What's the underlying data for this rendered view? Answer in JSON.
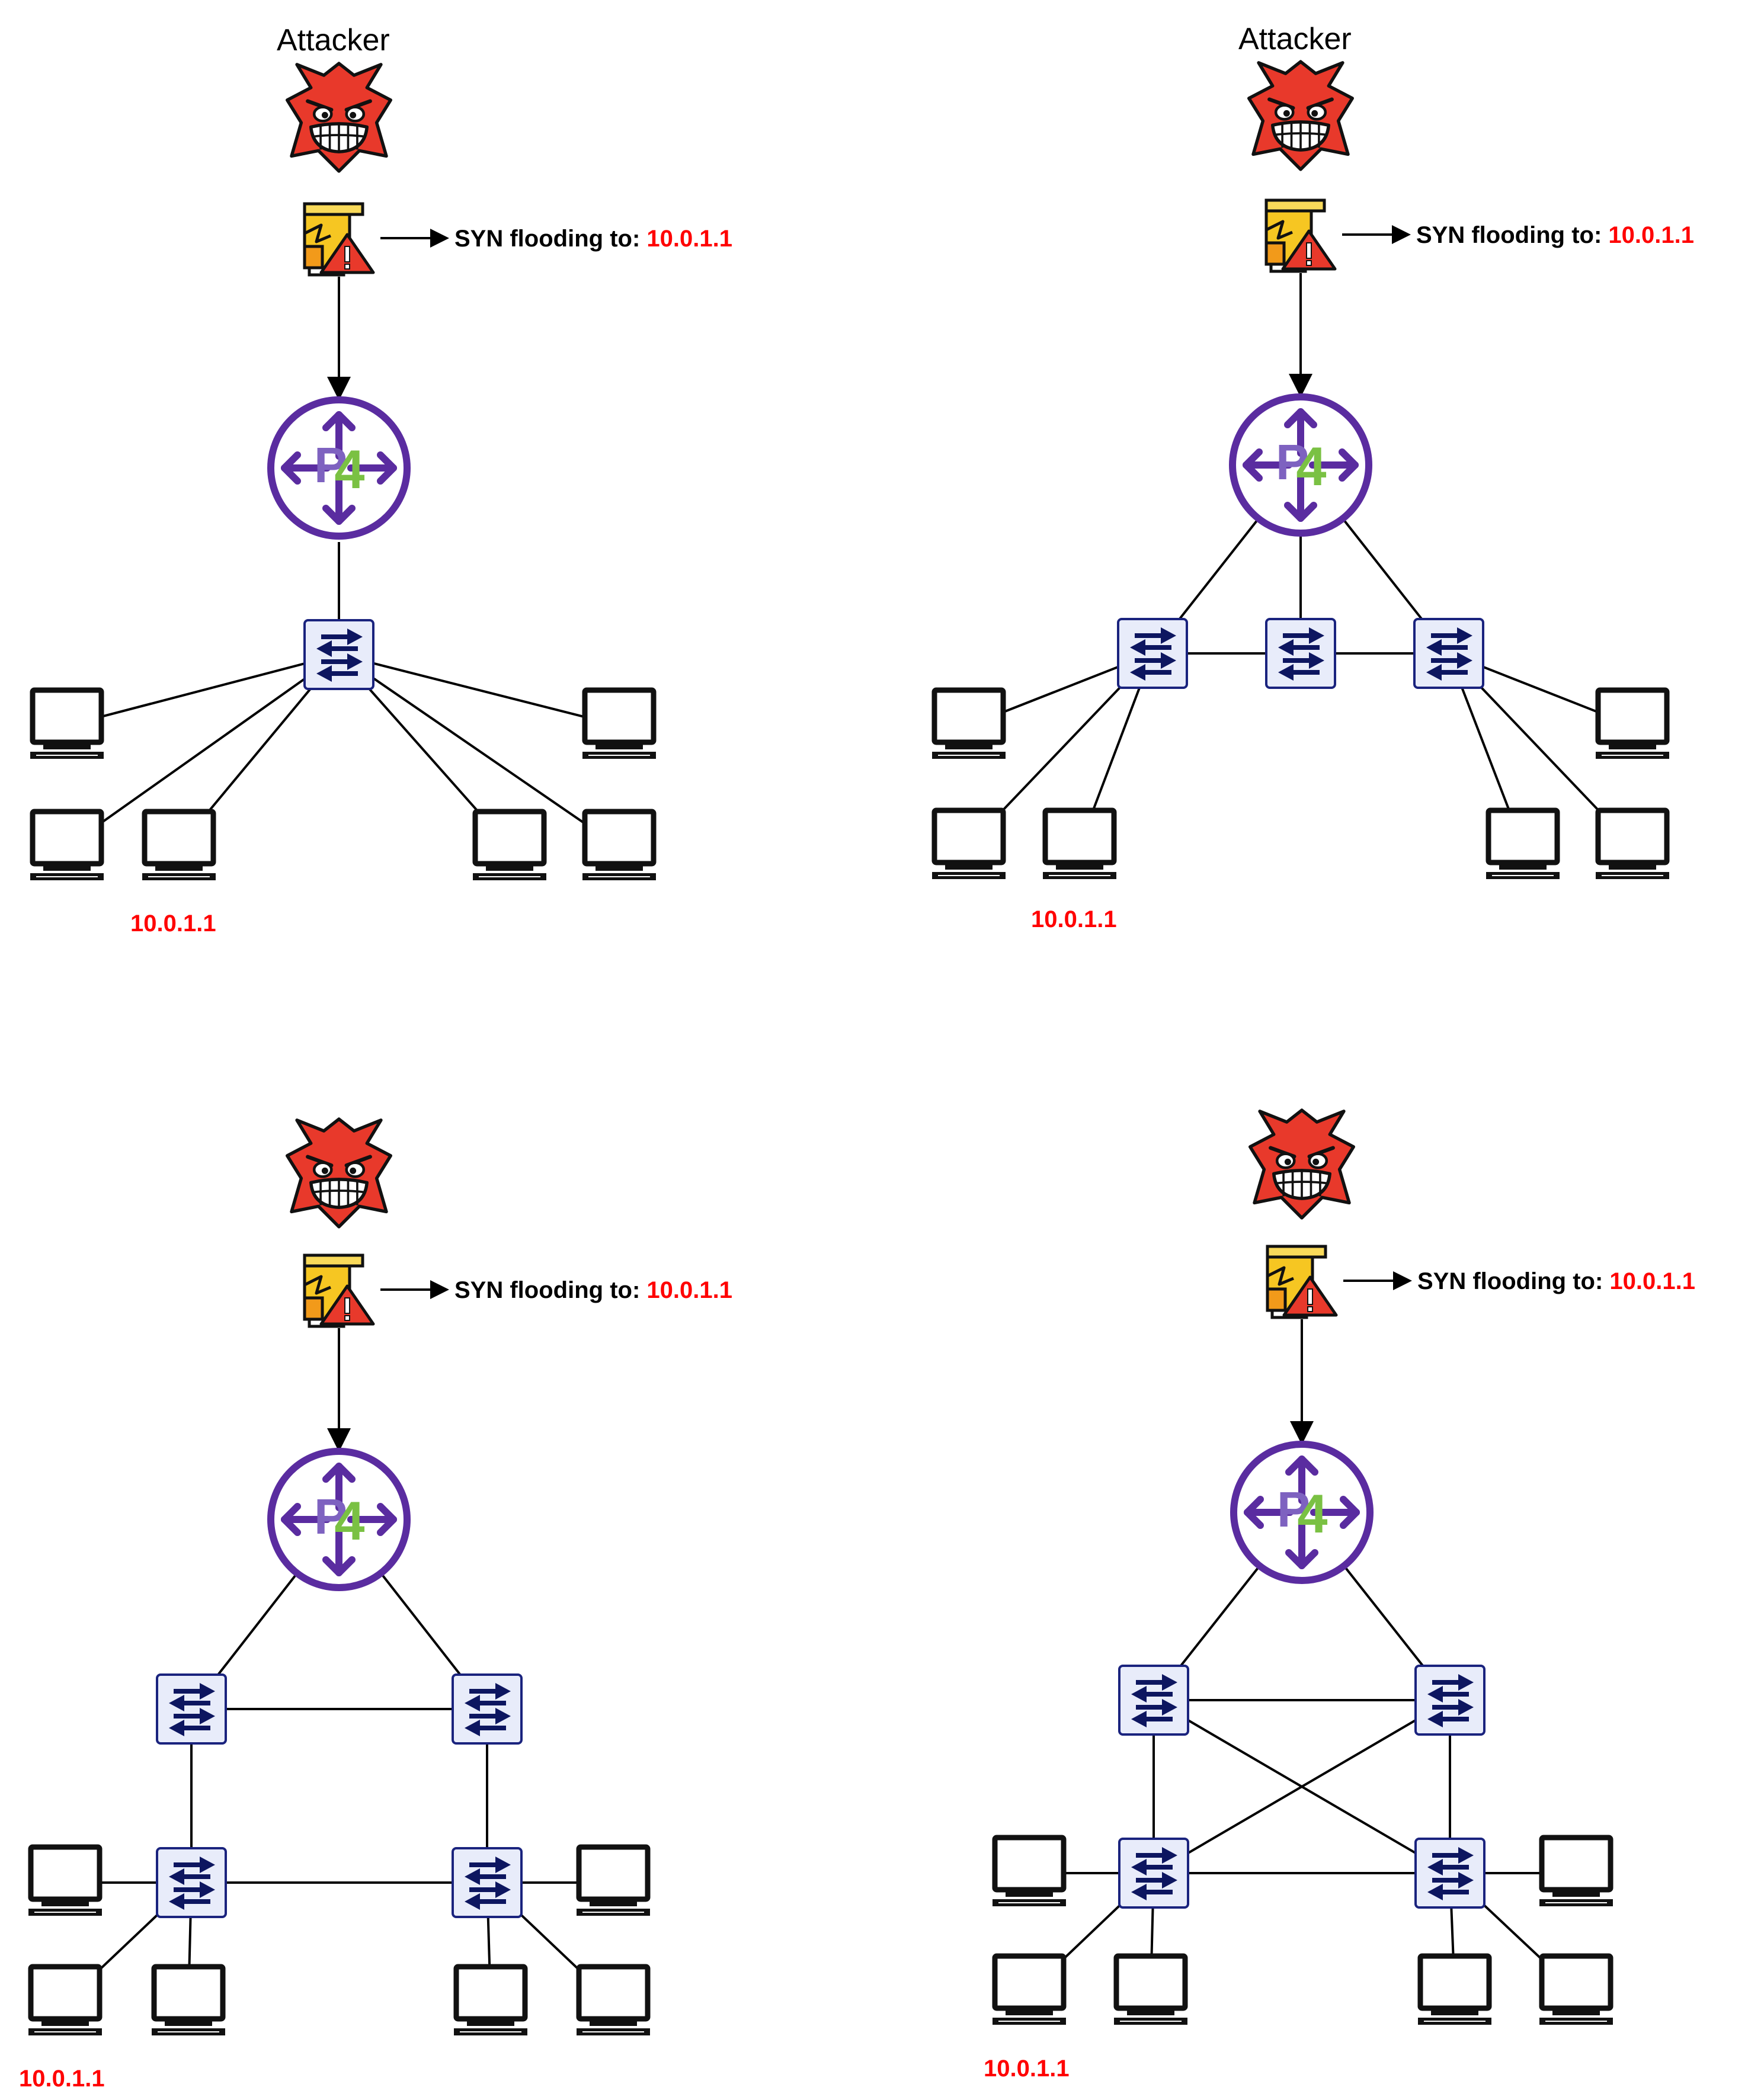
{
  "labels": {
    "attacker": "Attacker",
    "syn_prefix": "SYN flooding to: ",
    "target_ip": "10.0.1.1"
  },
  "colors": {
    "line": "#000000",
    "target_ip": "#ff0000",
    "p4_ring": "#5a2ca0",
    "p4_letter_p": "#7e62c0",
    "p4_letter_4": "#7ac143",
    "switch_fill": "#e8ecfa",
    "switch_border": "#1a237e",
    "switch_arrow": "#0d1660",
    "devil_red": "#e8392b",
    "scroll_yellow": "#f6c622",
    "warning_red": "#e8392b"
  },
  "icons": [
    "devil-attacker-icon",
    "malware-warning-icon",
    "p4-router-icon",
    "network-switch-icon",
    "computer-icon"
  ],
  "panels": [
    {
      "id": "panel-1",
      "topology": "single switch",
      "show_attacker_label": true,
      "target_ip_label": "10.0.1.1"
    },
    {
      "id": "panel-2",
      "topology": "three switches",
      "show_attacker_label": true,
      "target_ip_label": "10.0.1.1"
    },
    {
      "id": "panel-3",
      "topology": "four switches ring",
      "show_attacker_label": false,
      "target_ip_label": "10.0.1.1"
    },
    {
      "id": "panel-4",
      "topology": "four switches full mesh",
      "show_attacker_label": false,
      "target_ip_label": "10.0.1.1"
    }
  ]
}
